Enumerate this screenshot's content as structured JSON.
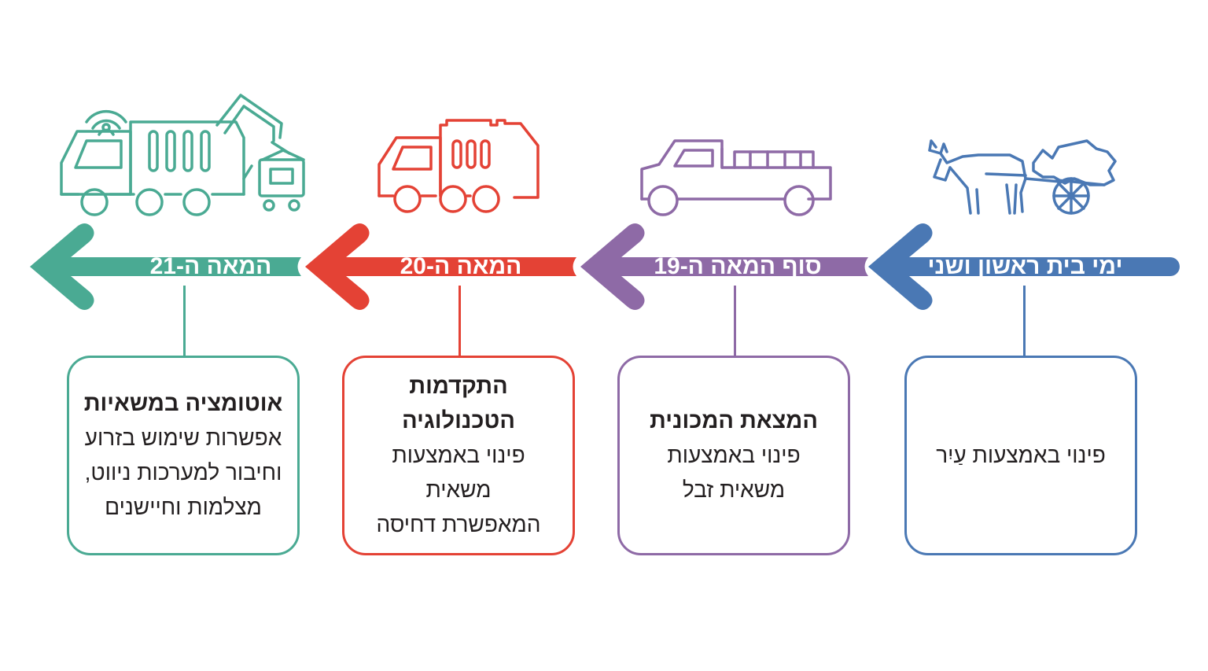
{
  "eras": [
    {
      "label": "המאה ה-21",
      "color": "#4aaa93",
      "icon": "robotic-arm-truck-icon",
      "title": "אוטומציה במשאיות",
      "desc": "אפשרות שימוש בזרוע\nוחיבור למערכות ניווט,\nמצלמות וחיישנים"
    },
    {
      "label": "המאה ה-20",
      "color": "#e44235",
      "icon": "compactor-truck-icon",
      "title": "התקדמות הטכנולוגיה",
      "desc": "פינוי באמצעות משאית\nהמאפשרת דחיסה"
    },
    {
      "label": "סוף המאה ה-19",
      "color": "#8e6aa6",
      "icon": "pickup-truck-icon",
      "title": "המצאת המכונית",
      "desc": "פינוי באמצעות\nמשאית זבל"
    },
    {
      "label": "ימי בית ראשון ושני",
      "color": "#4a78b4",
      "icon": "donkey-cart-icon",
      "title": "",
      "desc": "פינוי באמצעות עַיִר"
    }
  ]
}
